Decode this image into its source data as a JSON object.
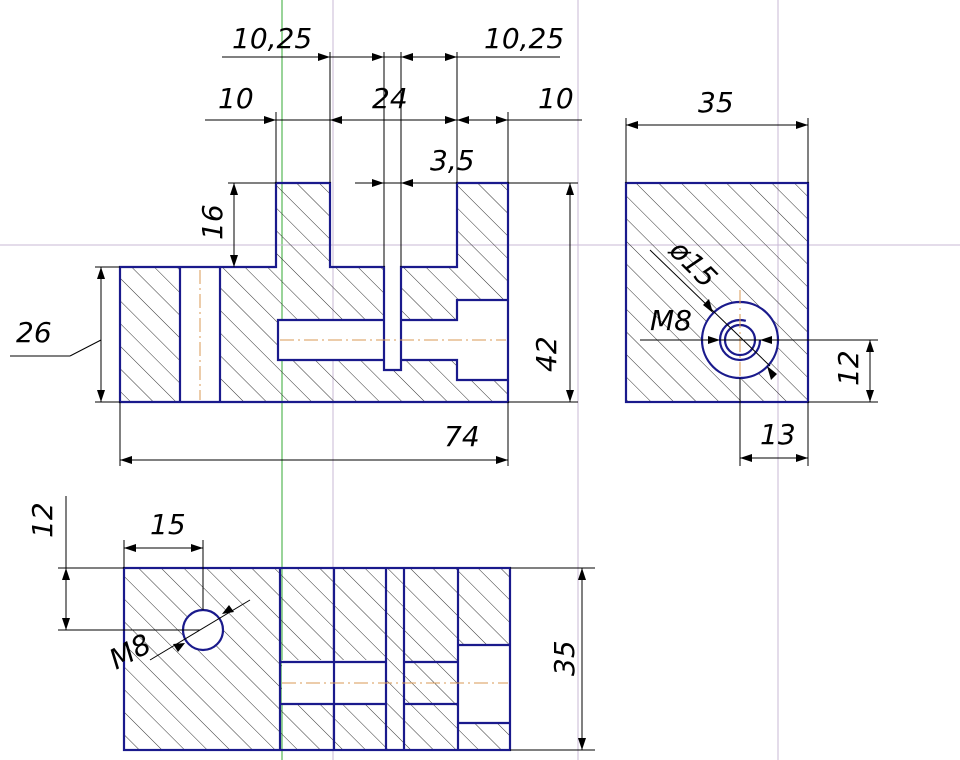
{
  "colors": {
    "outline": "#1a1a8c",
    "hatch": "#333333",
    "dimension": "#000000",
    "centerline": "#d89a55",
    "construction": "#c9b9d6",
    "axis": "#33aa33"
  },
  "views": {
    "front": {
      "dims": {
        "top_left_offset": "10,25",
        "top_right_offset": "10,25",
        "left_width": "10",
        "slot_width": "24",
        "right_width": "10",
        "slot_gap": "3,5",
        "step_height": "16",
        "left_block_height": "26",
        "total_height": "42",
        "total_length": "74"
      }
    },
    "side": {
      "dims": {
        "width": "35",
        "bore_diameter": "ø15",
        "thread": "M8",
        "hole_height": "12",
        "hole_offset": "13"
      }
    },
    "top": {
      "dims": {
        "hole_offset_y": "12",
        "hole_offset_x": "15",
        "thread": "M8",
        "total_width": "35"
      }
    }
  }
}
